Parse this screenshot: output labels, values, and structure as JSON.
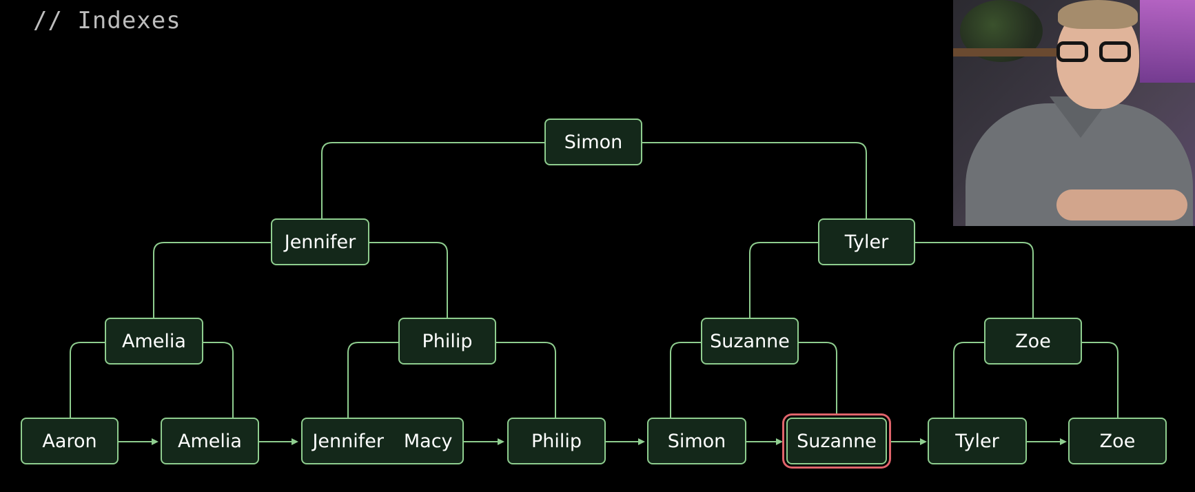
{
  "title": "// Indexes",
  "colors": {
    "node_fill": "#14281a",
    "node_border": "#8fce8f",
    "highlight": "#e0646b",
    "text": "#ffffff"
  },
  "tree": {
    "root": {
      "label": "Simon"
    },
    "level1": [
      {
        "label": "Jennifer"
      },
      {
        "label": "Tyler"
      }
    ],
    "level2": [
      {
        "label": "Amelia"
      },
      {
        "label": "Philip"
      },
      {
        "label": "Suzanne"
      },
      {
        "label": "Zoe"
      }
    ],
    "leaves": [
      {
        "label": "Aaron"
      },
      {
        "label": "Amelia"
      },
      {
        "labels": [
          "Jennifer",
          "Macy"
        ]
      },
      {
        "label": "Philip"
      },
      {
        "label": "Simon"
      },
      {
        "label": "Suzanne",
        "highlighted": true
      },
      {
        "label": "Tyler"
      },
      {
        "label": "Zoe"
      }
    ]
  },
  "presenter_video": {
    "present": true
  }
}
